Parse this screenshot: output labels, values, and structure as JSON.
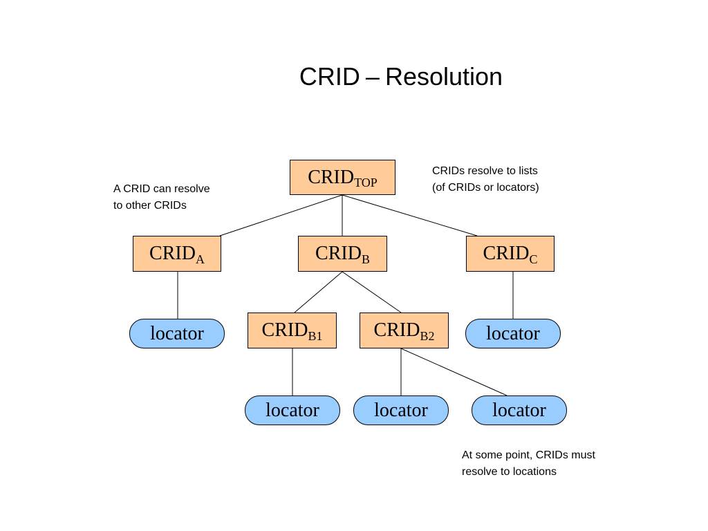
{
  "title": {
    "main": "CRID",
    "dash": "–",
    "rest": "Resolution"
  },
  "nodes": {
    "crid_top": {
      "base": "CRID",
      "sub": "TOP"
    },
    "crid_a": {
      "base": "CRID",
      "sub": "A"
    },
    "crid_b": {
      "base": "CRID",
      "sub": "B"
    },
    "crid_c": {
      "base": "CRID",
      "sub": "C"
    },
    "crid_b1": {
      "base": "CRID",
      "sub": "B1"
    },
    "crid_b2": {
      "base": "CRID",
      "sub": "B2"
    },
    "locator_a": "locator",
    "locator_c": "locator",
    "locator_b1": "locator",
    "locator_b2_1": "locator",
    "locator_b2_2": "locator"
  },
  "notes": {
    "left": [
      "A CRID can resolve",
      "to other CRIDs"
    ],
    "right": [
      "CRIDs resolve to lists",
      "(of CRIDs or locators)"
    ],
    "bottom": [
      "At some point, CRIDs must",
      "resolve to locations"
    ]
  },
  "colors": {
    "crid_fill": "#ffcc99",
    "locator_fill": "#99ccff",
    "line": "#000000"
  }
}
